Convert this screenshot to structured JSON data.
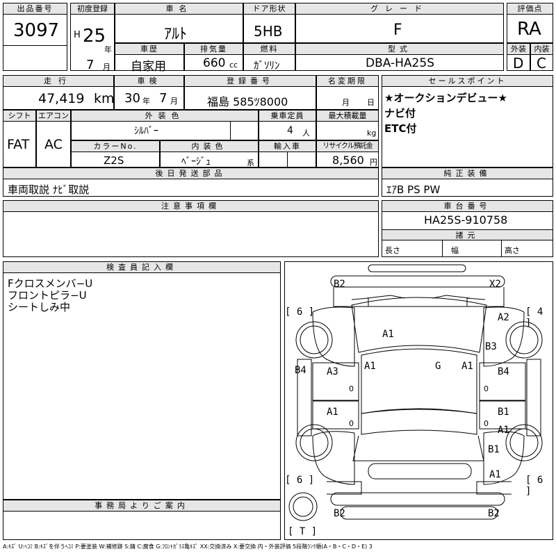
{
  "top": {
    "lot_label": "出品番号",
    "lot_number": "3097",
    "first_reg_label": "初度登録",
    "era_letter": "H",
    "reg_year": "25",
    "year_unit": "年",
    "reg_month": "7",
    "month_unit": "月",
    "car_name_label": "車名",
    "car_name": "ｱﾙﾄ",
    "door_label": "ドア形状",
    "door_type": "5HB",
    "grade_label": "グレード",
    "grade": "F",
    "score_label": "評価点",
    "score": "RA",
    "history_label": "車歴",
    "history": "自家用",
    "displacement_label": "排気量",
    "displacement": "660",
    "displacement_unit": "cc",
    "fuel_label": "燃料",
    "fuel": "ｶﾞｿﾘﾝ",
    "model_label": "型式",
    "model_code": "DBA-HA25S",
    "exterior_label": "外装",
    "exterior_grade": "D",
    "interior_label": "内装",
    "interior_grade": "C"
  },
  "second": {
    "mileage_label": "走行",
    "mileage": "47,419",
    "mileage_unit": "km",
    "inspection_label": "車検",
    "insp_year": "30",
    "insp_year_unit": "年",
    "insp_month": "7",
    "insp_month_unit": "月",
    "plate_label": "登録番号",
    "plate": "福島 585ﾂ8000",
    "name_change_label": "名変期限",
    "nc_month_unit": "月",
    "nc_day_unit": "日",
    "sales_label": "セールスポイント",
    "sales_points": [
      "★オークションデビュー★",
      "ナビ付",
      "ETC付"
    ]
  },
  "third": {
    "shift_label": "シフト",
    "shift": "FAT",
    "ac_label": "エアコン",
    "ac": "AC",
    "ext_color_label": "外装色",
    "ext_color": "ｼﾙﾊﾞｰ",
    "capacity_label": "乗車定員",
    "capacity": "4",
    "capacity_unit": "人",
    "load_label": "最大積載量",
    "load_unit": "kg",
    "color_no_label": "カラーNo.",
    "color_no": "Z2S",
    "int_color_label": "内装色",
    "int_color": "ﾍﾞｰｼﾞｭ",
    "int_color_unit": "系",
    "import_label": "輸入車",
    "recycle_label": "リサイクル預託金",
    "recycle": "8,560",
    "recycle_unit": "円"
  },
  "fourth": {
    "later_parts_label": "後日発送部品",
    "later_parts": "車両取説 ﾅﾋﾞ取説",
    "genuine_label": "純正装備",
    "genuine": "ｴｱB PS PW"
  },
  "fifth": {
    "notes_label": "注意事項欄",
    "chassis_label": "車台番号",
    "chassis": "HA25S-910758",
    "dims_label": "諸元",
    "length_label": "長さ",
    "width_label": "幅",
    "height_label": "高さ"
  },
  "inspector": {
    "label": "検査員記入欄",
    "lines": [
      "Fクロスメンバ−U",
      "フロントピラ−U",
      "シートしみ中"
    ]
  },
  "office": {
    "label": "事務局よりご案内"
  },
  "diagram": {
    "marks": {
      "b2_tl": "B2",
      "x2_tr": "X2",
      "six_l_top": "[ 6 ]",
      "four_r_top": "[ 4 ]",
      "a2": "A2",
      "a1_hood": "A1",
      "b3": "B3",
      "a1_l": "A1",
      "g": "G",
      "a1_r": "A1",
      "b4_l": "B4",
      "a3": "A3",
      "b4_r": "B4",
      "zero_l1": "0",
      "zero_r1": "0",
      "a1_lower": "A1",
      "b1_r": "B1",
      "zero_l2": "0",
      "zero_r2": "0",
      "a1_r2": "A1",
      "b1_r2": "B1",
      "six_l_bot": "[ 6 ]",
      "a1_r3": "A1",
      "six_r_bot": "[ 6 ]",
      "t": "[ T ]",
      "b2_bl": "B2",
      "b2_br": "B2"
    }
  },
  "legend": "A:ｷｽﾞ U:ﾍｺﾐ B:ｷｽﾞを伴うﾍｺﾐ P:要塗装 W:補修跡 S:錆 C:腐食 G:ﾌﾛﾝﾄｶﾞﾗｽ亀ｷｽﾞ XX:交換済み X:要交換 内・外装評価 5段階ﾗﾝｸ順(A・B・C・D・E) 3"
}
